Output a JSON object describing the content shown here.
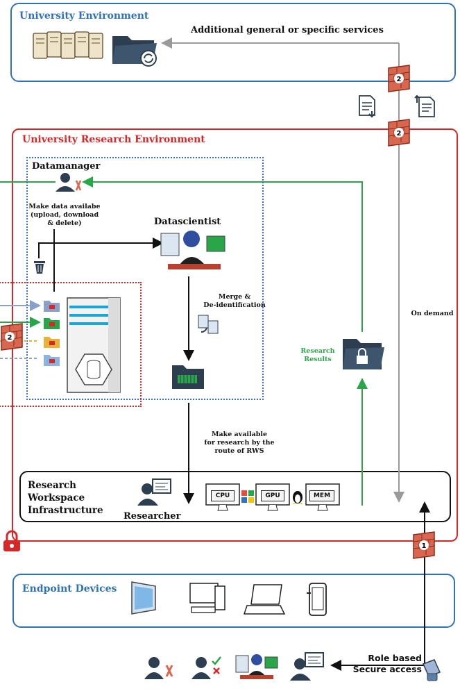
{
  "university_env": {
    "title": "University Environment",
    "services": "Additional general or specific services"
  },
  "research_env": {
    "title": "University Research Environment"
  },
  "datamanager": {
    "title": "Datamanager",
    "caption": "Make data availabe\n(upload, download\n& delete)"
  },
  "datascientist": {
    "title": "Datascientist",
    "merge": "Merge &\nDe-identification"
  },
  "make_available": "Make available\nfor research by the\nroute of RWS",
  "research_results": "Research\nResults",
  "on_demand": "On demand",
  "rwi": {
    "title": "Research\nWorkspace\nInfrastructure",
    "researcher": "Researcher",
    "chips": [
      "CPU",
      "GPU",
      "MEM"
    ]
  },
  "endpoint": {
    "title": "Endpoint Devices"
  },
  "access": {
    "label": "Role based\nSecure access"
  },
  "firewalls": [
    "2",
    "2",
    "2",
    "1"
  ],
  "colors": {
    "blue": "#2f72b7",
    "red": "#d62828",
    "green": "#2aa64a",
    "grey": "#9a9a9a",
    "navy": "#2c3e50"
  }
}
